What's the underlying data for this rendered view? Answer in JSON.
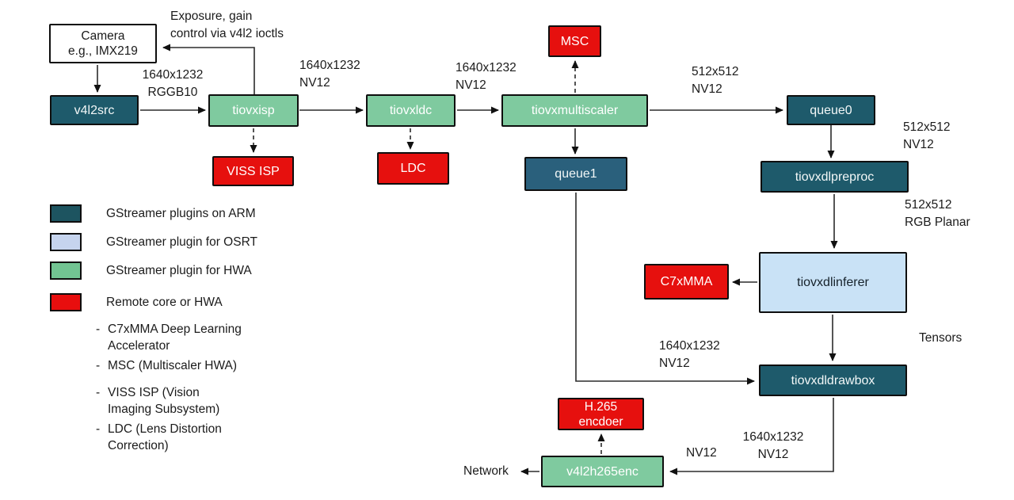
{
  "colors": {
    "arm_box": "#1e5a6b",
    "queue1_box": "#2a607c",
    "hwa_box": "#7fca9f",
    "remote_box": "#e6100e",
    "osrt_box": "#c9e2f6",
    "legend_arm": "#1d5460",
    "legend_osrt": "#c6d4ee",
    "legend_hwa": "#72c492",
    "legend_red": "#e80e0e"
  },
  "nodes": {
    "camera": {
      "label": "Camera\ne.g., IMX219"
    },
    "v4l2src": {
      "label": "v4l2src"
    },
    "tiovxisp": {
      "label": "tiovxisp"
    },
    "viss_isp": {
      "label": "VISS ISP"
    },
    "tiovxldc": {
      "label": "tiovxldc"
    },
    "ldc": {
      "label": "LDC"
    },
    "tiovxmultiscaler": {
      "label": "tiovxmultiscaler"
    },
    "msc": {
      "label": "MSC"
    },
    "queue0": {
      "label": "queue0"
    },
    "queue1": {
      "label": "queue1"
    },
    "tiovxdlpreproc": {
      "label": "tiovxdlpreproc"
    },
    "tiovxdlinferer": {
      "label": "tiovxdlinferer"
    },
    "c7xmma": {
      "label": "C7xMMA"
    },
    "tiovxdldrawbox": {
      "label": "tiovxdldrawbox"
    },
    "h265_encoder": {
      "label": "H.265\nencdoer"
    },
    "v4l2h265enc": {
      "label": "v4l2h265enc"
    }
  },
  "annotations": {
    "exposure_note": "Exposure, gain\ncontrol via v4l2 ioctls",
    "cam_to_isp": "1640x1232\nRGGB10",
    "isp_to_ldc": "1640x1232\nNV12",
    "ldc_to_multiscaler": "1640x1232\nNV12",
    "multiscaler_to_queue0": "512x512\nNV12",
    "queue0_to_preproc": "512x512\nNV12",
    "preproc_to_inferer": "512x512\nRGB Planar",
    "inferer_to_drawbox": "Tensors",
    "queue1_to_drawbox": "1640x1232\nNV12",
    "drawbox_nv12": "NV12",
    "drawbox_to_enc": "1640x1232\nNV12",
    "network": "Network"
  },
  "legend": {
    "bullet": "-",
    "items": [
      {
        "label": "GStreamer plugins on ARM",
        "color": "#1d5460"
      },
      {
        "label": "GStreamer plugin for OSRT",
        "color": "#c6d4ee"
      },
      {
        "label": "GStreamer plugin for HWA",
        "color": "#72c492"
      },
      {
        "label": "Remote core or HWA",
        "color": "#e80e0e"
      }
    ],
    "notes": [
      {
        "text": "C7xMMA Deep Learning\nAccelerator"
      },
      {
        "text": "MSC (Multiscaler HWA)"
      },
      {
        "text": "VISS ISP (Vision\nImaging Subsystem)"
      },
      {
        "text": "LDC (Lens Distortion\nCorrection)"
      }
    ]
  }
}
